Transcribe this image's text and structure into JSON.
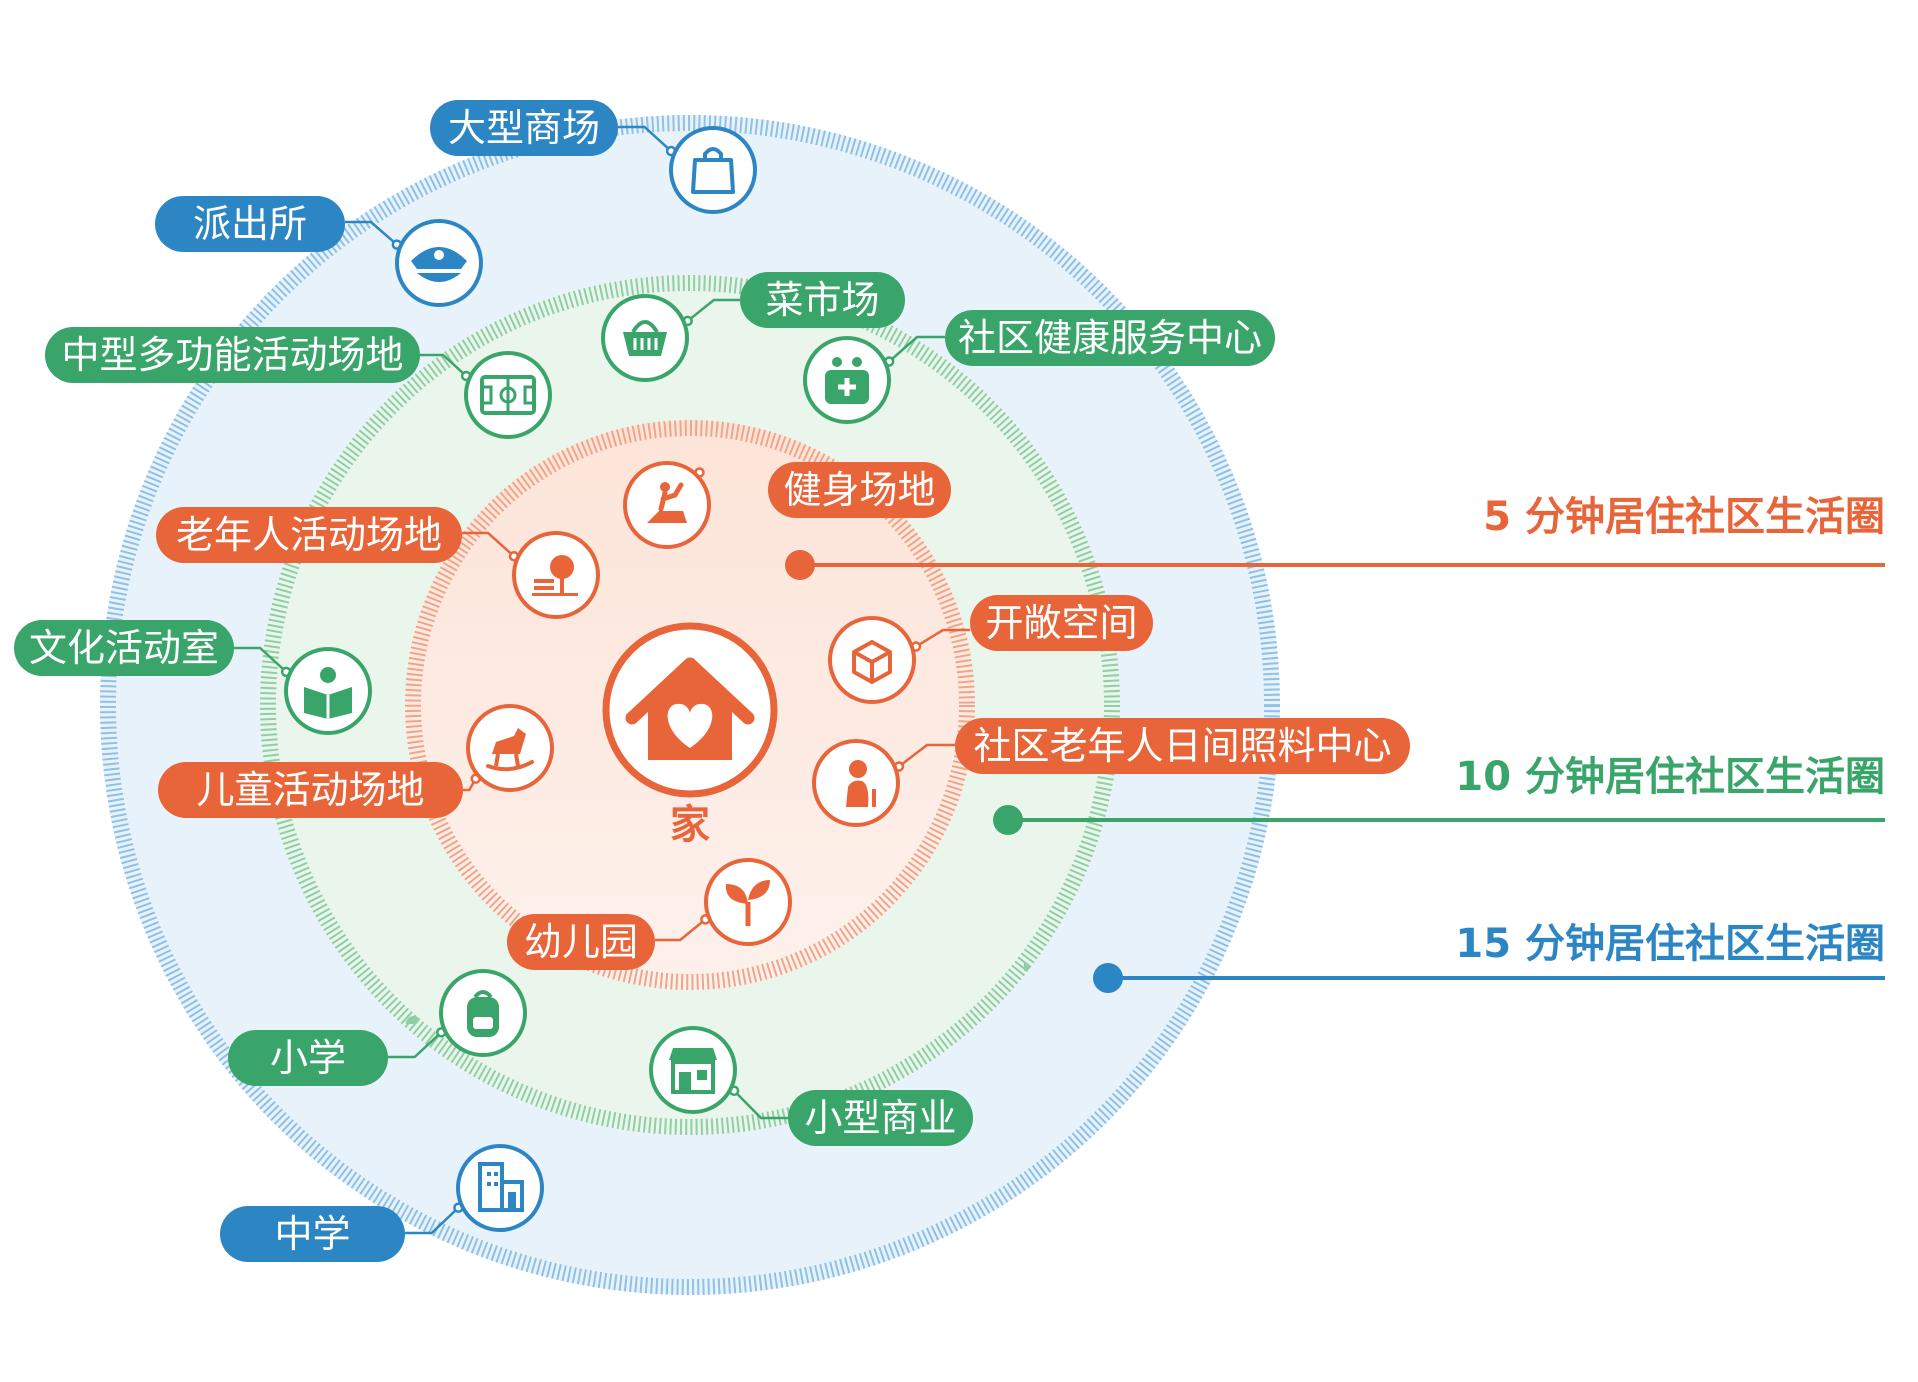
{
  "colors": {
    "orange": "#e8653a",
    "green": "#3aa56a",
    "blue": "#2d86c4",
    "orange_fill": "#fdebe3",
    "green_fill": "#eaf5ec",
    "blue_fill": "#e8f2fb",
    "orange_hatch": "#f0a58a",
    "green_hatch": "#8fcea6",
    "blue_hatch": "#8fc0e6"
  },
  "home": {
    "label": "家",
    "icon": "house-heart-icon"
  },
  "rings": [
    {
      "id": "r5",
      "label": "5 分钟居住社区生活圈",
      "color": "orange"
    },
    {
      "id": "r10",
      "label": "10 分钟居住社区生活圈",
      "color": "green"
    },
    {
      "id": "r15",
      "label": "15 分钟居住社区生活圈",
      "color": "blue"
    }
  ],
  "facilities": [
    {
      "name": "fitness-ground",
      "label": "健身场地",
      "color": "orange",
      "icon": "treadmill-icon"
    },
    {
      "name": "elderly-activity",
      "label": "老年人活动场地",
      "color": "orange",
      "icon": "park-bench-tree-icon"
    },
    {
      "name": "open-space",
      "label": "开敞空间",
      "color": "orange",
      "icon": "cube-icon"
    },
    {
      "name": "elderly-daycare",
      "label": "社区老年人日间照料中心",
      "color": "orange",
      "icon": "elderly-person-icon"
    },
    {
      "name": "children-activity",
      "label": "儿童活动场地",
      "color": "orange",
      "icon": "rocking-horse-icon"
    },
    {
      "name": "kindergarten",
      "label": "幼儿园",
      "color": "orange",
      "icon": "sprout-icon"
    },
    {
      "name": "vegetable-market",
      "label": "菜市场",
      "color": "green",
      "icon": "basket-icon"
    },
    {
      "name": "health-center",
      "label": "社区健康服务中心",
      "color": "green",
      "icon": "medical-kit-icon"
    },
    {
      "name": "multi-activity",
      "label": "中型多功能活动场地",
      "color": "green",
      "icon": "soccer-field-icon"
    },
    {
      "name": "culture-room",
      "label": "文化活动室",
      "color": "green",
      "icon": "reading-book-icon"
    },
    {
      "name": "primary-school",
      "label": "小学",
      "color": "green",
      "icon": "school-bag-icon"
    },
    {
      "name": "small-business",
      "label": "小型商业",
      "color": "green",
      "icon": "storefront-icon"
    },
    {
      "name": "shopping-mall",
      "label": "大型商场",
      "color": "blue",
      "icon": "shopping-bag-icon"
    },
    {
      "name": "police-station",
      "label": "派出所",
      "color": "blue",
      "icon": "police-cap-icon"
    },
    {
      "name": "middle-school",
      "label": "中学",
      "color": "blue",
      "icon": "school-building-icon"
    }
  ]
}
